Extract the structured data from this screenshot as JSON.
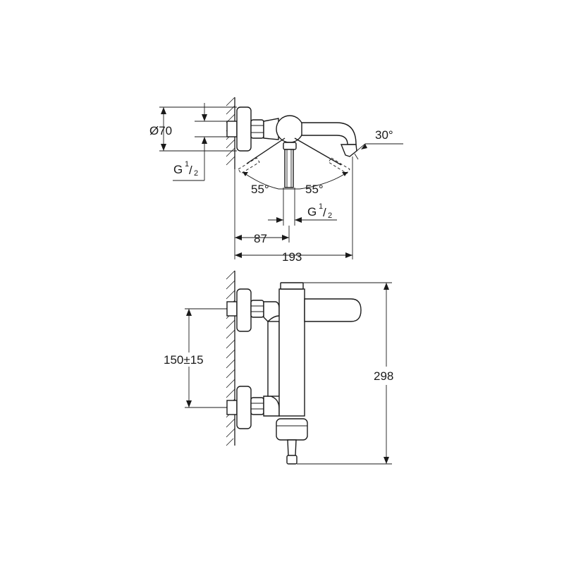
{
  "top_view": {
    "dims": {
      "diameter": "Ø70",
      "thread_left_g": "G",
      "thread_left_num": "1",
      "thread_left_den": "2",
      "angle_spout": "30°",
      "angle_left": "55°",
      "angle_right": "55°",
      "thread_bottom_g": "G",
      "thread_bottom_num": "1",
      "thread_bottom_den": "2",
      "depth_short": "87",
      "depth_total": "193"
    }
  },
  "front_view": {
    "dims": {
      "centers": "150±15",
      "height": "298"
    }
  }
}
